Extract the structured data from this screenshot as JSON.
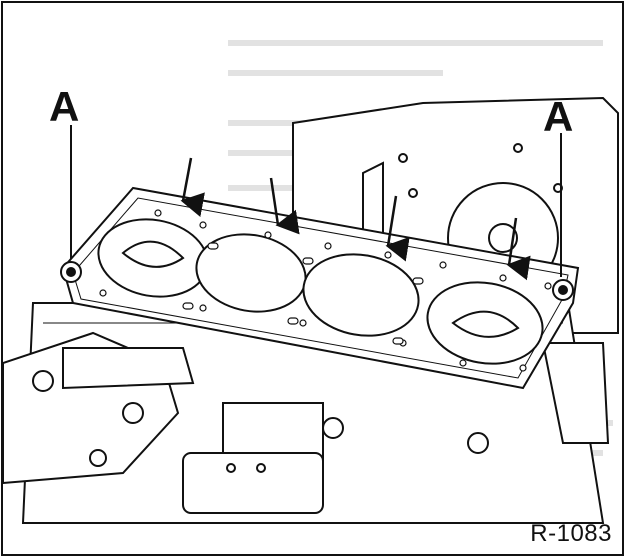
{
  "figure": {
    "callouts": [
      {
        "id": "left",
        "label": "A"
      },
      {
        "id": "right",
        "label": "A"
      }
    ],
    "reference_code": "R-1083",
    "arrow_count": 4
  }
}
